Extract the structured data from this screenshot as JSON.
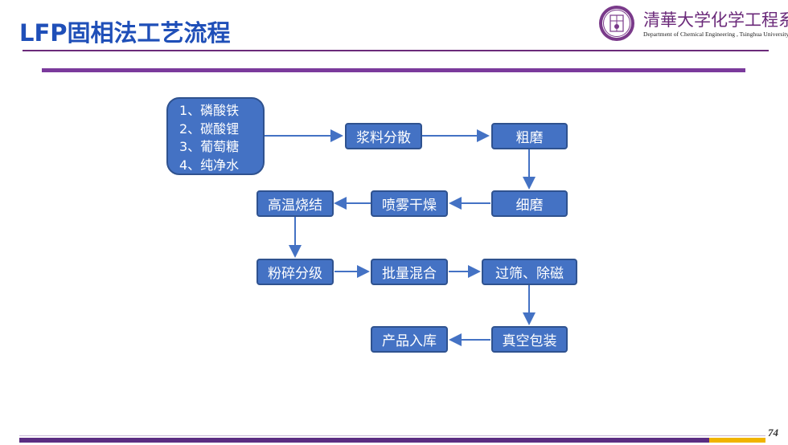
{
  "header": {
    "title": "LFP固相法工艺流程",
    "brand_cn": "清華大学化学工程系",
    "brand_en": "Department of Chemical Engineering , Tsinghua University"
  },
  "flow": {
    "materials": [
      "1、磷酸铁",
      "2、碳酸锂",
      "3、葡萄糖",
      "4、纯净水"
    ],
    "slurry_dispersion": "浆料分散",
    "coarse_grinding": "粗磨",
    "fine_grinding": "细磨",
    "spray_drying": "喷雾干燥",
    "high_temp_sintering": "高温烧结",
    "crushing_grading": "粉碎分级",
    "batch_mixing": "批量混合",
    "sieving_demagnetizing": "过筛、除磁",
    "vacuum_packaging": "真空包装",
    "product_storage": "产品入库"
  },
  "footer": {
    "page_number": "74"
  },
  "colors": {
    "node_fill": "#4472c4",
    "node_border": "#2f528f",
    "arrow": "#4472c4",
    "accent_purple": "#7b3a9c",
    "title_blue": "#1f4fb8"
  }
}
